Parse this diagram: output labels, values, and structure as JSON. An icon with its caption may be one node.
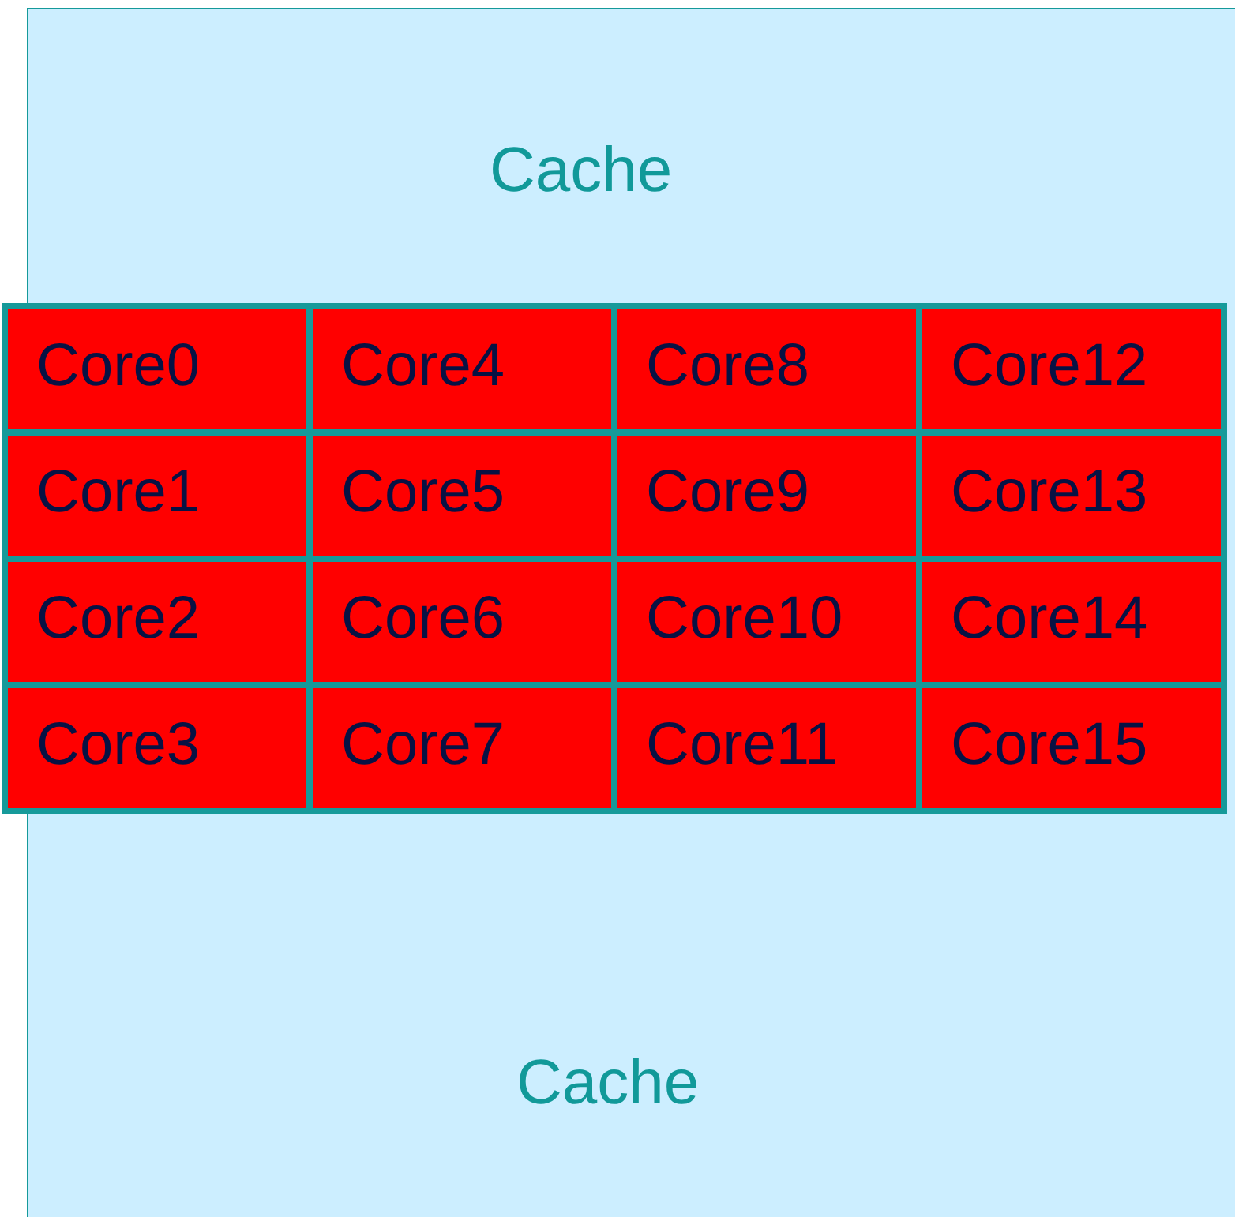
{
  "diagram": {
    "nodes": [
      {
        "text": [
          "Cache",
          "Cache"
        ]
      },
      {
        "text": [
          "Core0"
        ],
        "in": 0
      },
      {
        "text": [
          "Core4"
        ],
        "in": 0
      },
      {
        "text": [
          "Core8"
        ],
        "in": 0
      },
      {
        "text": [
          "Core12"
        ],
        "in": 0
      },
      {
        "text": [
          "Core1"
        ],
        "in": 0
      },
      {
        "text": [
          "Core5"
        ],
        "in": 0
      },
      {
        "text": [
          "Core9"
        ],
        "in": 0
      },
      {
        "text": [
          "Core13"
        ],
        "in": 0
      },
      {
        "text": [
          "Core2"
        ],
        "in": 0
      },
      {
        "text": [
          "Core6"
        ],
        "in": 0
      },
      {
        "text": [
          "Core10"
        ],
        "in": 0
      },
      {
        "text": [
          "Core14"
        ],
        "in": 0
      },
      {
        "text": [
          "Core3"
        ],
        "in": 0
      },
      {
        "text": [
          "Core7"
        ],
        "in": 0
      },
      {
        "text": [
          "Core11"
        ],
        "in": 0
      },
      {
        "text": [
          "Core15"
        ],
        "in": 0
      }
    ]
  }
}
